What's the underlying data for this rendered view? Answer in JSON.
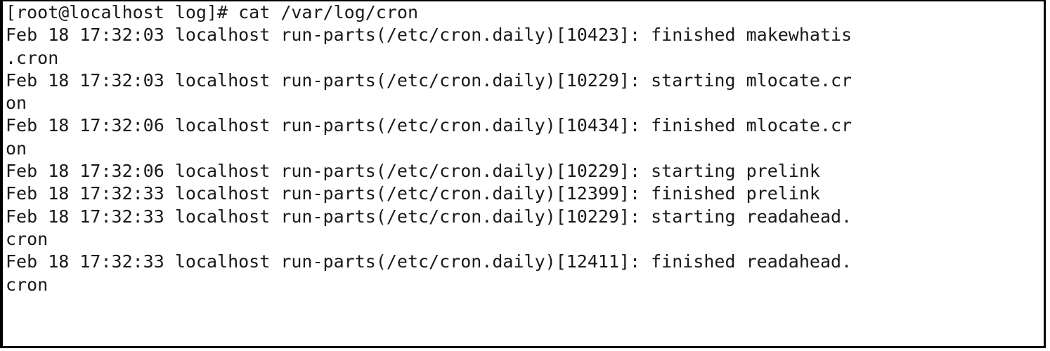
{
  "terminal": {
    "text_color": "#1a1a1a",
    "background": "#ffffff",
    "lines": [
      "[root@localhost log]# cat /var/log/cron",
      "Feb 18 17:32:03 localhost run-parts(/etc/cron.daily)[10423]: finished makewhatis",
      ".cron",
      "Feb 18 17:32:03 localhost run-parts(/etc/cron.daily)[10229]: starting mlocate.cr",
      "on",
      "Feb 18 17:32:06 localhost run-parts(/etc/cron.daily)[10434]: finished mlocate.cr",
      "on",
      "Feb 18 17:32:06 localhost run-parts(/etc/cron.daily)[10229]: starting prelink",
      "Feb 18 17:32:33 localhost run-parts(/etc/cron.daily)[12399]: finished prelink",
      "Feb 18 17:32:33 localhost run-parts(/etc/cron.daily)[10229]: starting readahead.",
      "cron",
      "Feb 18 17:32:33 localhost run-parts(/etc/cron.daily)[12411]: finished readahead.",
      "cron"
    ]
  }
}
